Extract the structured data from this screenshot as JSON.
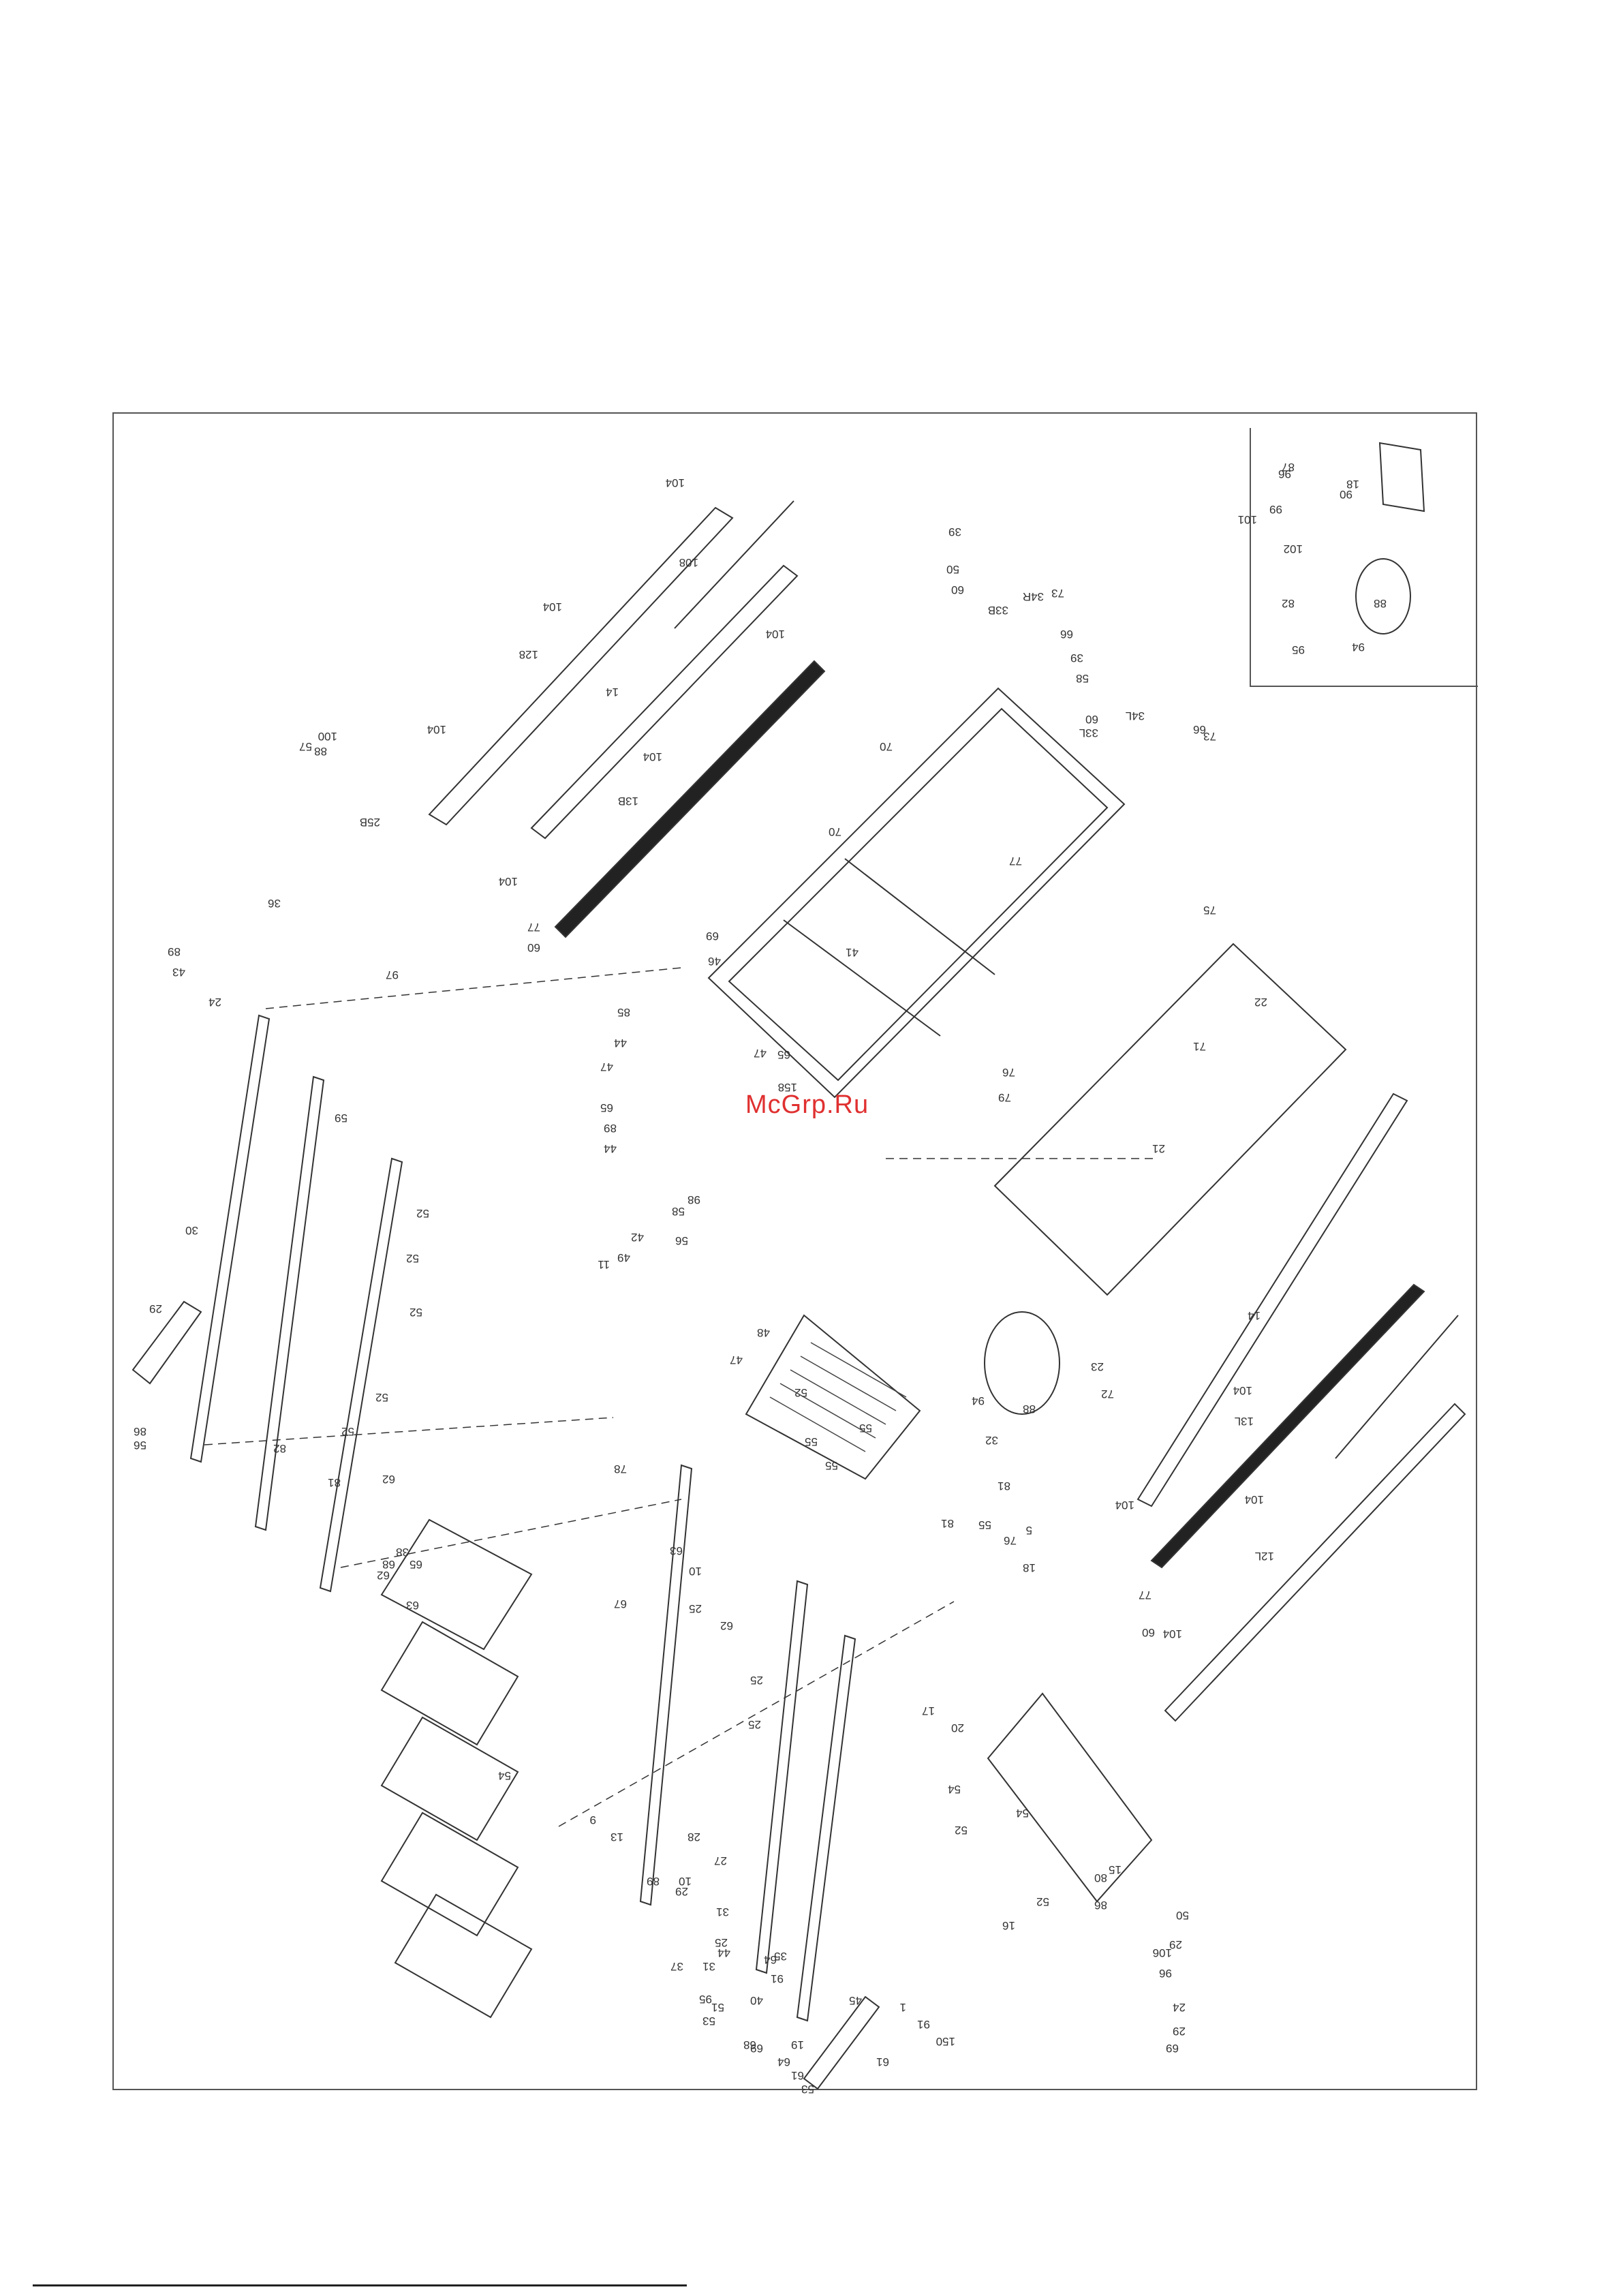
{
  "watermark": "McGrp.Ru",
  "labels": [
    {
      "text": "104"
    },
    {
      "text": "104"
    },
    {
      "text": "128"
    },
    {
      "text": "104"
    },
    {
      "text": "108"
    },
    {
      "text": "104"
    },
    {
      "text": "14"
    },
    {
      "text": "104"
    },
    {
      "text": "13B"
    },
    {
      "text": "104"
    },
    {
      "text": "77"
    },
    {
      "text": "60"
    },
    {
      "text": "57"
    },
    {
      "text": "88"
    },
    {
      "text": "100"
    },
    {
      "text": "25B"
    },
    {
      "text": "36"
    },
    {
      "text": "97"
    },
    {
      "text": "39"
    },
    {
      "text": "50"
    },
    {
      "text": "60"
    },
    {
      "text": "33B"
    },
    {
      "text": "34R"
    },
    {
      "text": "73"
    },
    {
      "text": "66"
    },
    {
      "text": "39"
    },
    {
      "text": "58"
    },
    {
      "text": "60"
    },
    {
      "text": "33L"
    },
    {
      "text": "34L"
    },
    {
      "text": "66"
    },
    {
      "text": "73"
    },
    {
      "text": "70"
    },
    {
      "text": "70"
    },
    {
      "text": "41"
    },
    {
      "text": "77"
    },
    {
      "text": "75"
    },
    {
      "text": "22"
    },
    {
      "text": "71"
    },
    {
      "text": "21"
    },
    {
      "text": "23"
    },
    {
      "text": "72"
    },
    {
      "text": "76"
    },
    {
      "text": "79"
    },
    {
      "text": "88"
    },
    {
      "text": "94"
    },
    {
      "text": "14"
    },
    {
      "text": "104"
    },
    {
      "text": "13L"
    },
    {
      "text": "104"
    },
    {
      "text": "104"
    },
    {
      "text": "12L"
    },
    {
      "text": "60"
    },
    {
      "text": "104"
    },
    {
      "text": "77"
    },
    {
      "text": "69"
    },
    {
      "text": "46"
    },
    {
      "text": "18"
    },
    {
      "text": "88"
    },
    {
      "text": "90"
    },
    {
      "text": "99"
    },
    {
      "text": "101"
    },
    {
      "text": "102"
    },
    {
      "text": "82"
    },
    {
      "text": "95"
    },
    {
      "text": "94"
    },
    {
      "text": "87"
    },
    {
      "text": "96"
    },
    {
      "text": "89"
    },
    {
      "text": "43"
    },
    {
      "text": "24"
    },
    {
      "text": "30"
    },
    {
      "text": "29"
    },
    {
      "text": "86"
    },
    {
      "text": "56"
    },
    {
      "text": "59"
    },
    {
      "text": "52"
    },
    {
      "text": "52"
    },
    {
      "text": "52"
    },
    {
      "text": "52"
    },
    {
      "text": "52"
    },
    {
      "text": "62"
    },
    {
      "text": "81"
    },
    {
      "text": "82"
    },
    {
      "text": "38"
    },
    {
      "text": "68"
    },
    {
      "text": "62"
    },
    {
      "text": "65"
    },
    {
      "text": "63"
    },
    {
      "text": "44"
    },
    {
      "text": "47"
    },
    {
      "text": "85"
    },
    {
      "text": "65"
    },
    {
      "text": "89"
    },
    {
      "text": "44"
    },
    {
      "text": "47"
    },
    {
      "text": "65"
    },
    {
      "text": "158"
    },
    {
      "text": "58"
    },
    {
      "text": "98"
    },
    {
      "text": "56"
    },
    {
      "text": "42"
    },
    {
      "text": "49"
    },
    {
      "text": "11"
    },
    {
      "text": "48"
    },
    {
      "text": "47"
    },
    {
      "text": "52"
    },
    {
      "text": "55"
    },
    {
      "text": "55"
    },
    {
      "text": "55"
    },
    {
      "text": "32"
    },
    {
      "text": "81"
    },
    {
      "text": "81"
    },
    {
      "text": "55"
    },
    {
      "text": "76"
    },
    {
      "text": "5"
    },
    {
      "text": "18"
    },
    {
      "text": "54"
    },
    {
      "text": "78"
    },
    {
      "text": "63"
    },
    {
      "text": "67"
    },
    {
      "text": "10"
    },
    {
      "text": "25"
    },
    {
      "text": "62"
    },
    {
      "text": "25"
    },
    {
      "text": "25"
    },
    {
      "text": "27"
    },
    {
      "text": "31"
    },
    {
      "text": "25"
    },
    {
      "text": "44"
    },
    {
      "text": "9"
    },
    {
      "text": "13"
    },
    {
      "text": "89"
    },
    {
      "text": "10"
    },
    {
      "text": "28"
    },
    {
      "text": "29"
    },
    {
      "text": "37"
    },
    {
      "text": "31"
    },
    {
      "text": "95"
    },
    {
      "text": "51"
    },
    {
      "text": "17"
    },
    {
      "text": "20"
    },
    {
      "text": "54"
    },
    {
      "text": "54"
    },
    {
      "text": "52"
    },
    {
      "text": "52"
    },
    {
      "text": "16"
    },
    {
      "text": "80"
    },
    {
      "text": "15"
    },
    {
      "text": "86"
    },
    {
      "text": "50"
    },
    {
      "text": "29"
    },
    {
      "text": "106"
    },
    {
      "text": "96"
    },
    {
      "text": "24"
    },
    {
      "text": "29"
    },
    {
      "text": "69"
    },
    {
      "text": "45"
    },
    {
      "text": "61"
    },
    {
      "text": "91"
    },
    {
      "text": "150"
    },
    {
      "text": "1"
    },
    {
      "text": "40"
    },
    {
      "text": "64"
    },
    {
      "text": "69"
    },
    {
      "text": "64"
    },
    {
      "text": "61"
    },
    {
      "text": "53"
    },
    {
      "text": "53"
    },
    {
      "text": "68"
    },
    {
      "text": "19"
    },
    {
      "text": "35"
    },
    {
      "text": "91"
    }
  ]
}
